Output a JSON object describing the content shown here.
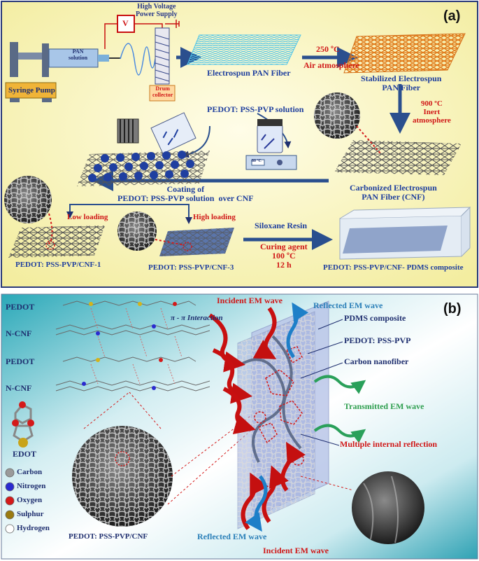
{
  "panel_a": {
    "tag": "(a)",
    "power_supply": "High Voltage\nPower Supply",
    "voltage_symbol": "V",
    "syringe_pump": "Syringe Pump",
    "pan_solution": "PAN\nsolution",
    "drum_collector": "Drum\ncollector",
    "electrospun_fiber": "Electrospun PAN Fiber",
    "temp_250": "250 ºC",
    "air_atmosphere": "Air atmosphere",
    "stabilized_fiber": "Stabilized Electrospun\nPAN Fiber",
    "temp_900": "900 ºC\nInert\natmosphere",
    "pedot_solution": "PEDOT: PSS-PVP solution",
    "hotplate_readout": "80 ºC",
    "carbonized_fiber": "Carbonized Electrospun\nPAN Fiber (CNF)",
    "coating": "Coating of\nPEDOT: PSS-PVP solution  over CNF",
    "low_loading": "Low loading",
    "high_loading": "High loading",
    "siloxane": "Siloxane Resin",
    "curing": "Curing agent\n100 ºC\n12 h",
    "cnf1": "PEDOT: PSS-PVP/CNF-1",
    "cnf3": "PEDOT: PSS-PVP/CNF-3",
    "composite": "PEDOT: PSS-PVP/CNF- PDMS composite"
  },
  "panel_b": {
    "tag": "(b)",
    "stack_labels": [
      "PEDOT",
      "N-CNF",
      "PEDOT",
      "N-CNF"
    ],
    "interaction": "π - π Interaction",
    "edot": "EDOT",
    "legend": [
      {
        "label": "Carbon",
        "color": "#9a9a9a"
      },
      {
        "label": "Nitrogen",
        "color": "#2a2ad0"
      },
      {
        "label": "Oxygen",
        "color": "#d41a1a"
      },
      {
        "label": "Sulphur",
        "color": "#9a7a10"
      },
      {
        "label": "Hydrogen",
        "color": "#ffffff"
      }
    ],
    "sem_caption": "PEDOT: PSS-PVP/CNF",
    "incident_top": "Incident EM wave",
    "reflected_top": "Reflected EM wave",
    "pdms": "PDMS composite",
    "pedot_pvp": "PEDOT: PSS-PVP",
    "carbon_nanofiber": "Carbon nanofiber",
    "transmitted": "Transmitted EM wave",
    "multiple_reflection": "Multiple internal reflection",
    "reflected_bottom": "Reflected EM wave",
    "incident_bottom": "Incident EM wave"
  }
}
